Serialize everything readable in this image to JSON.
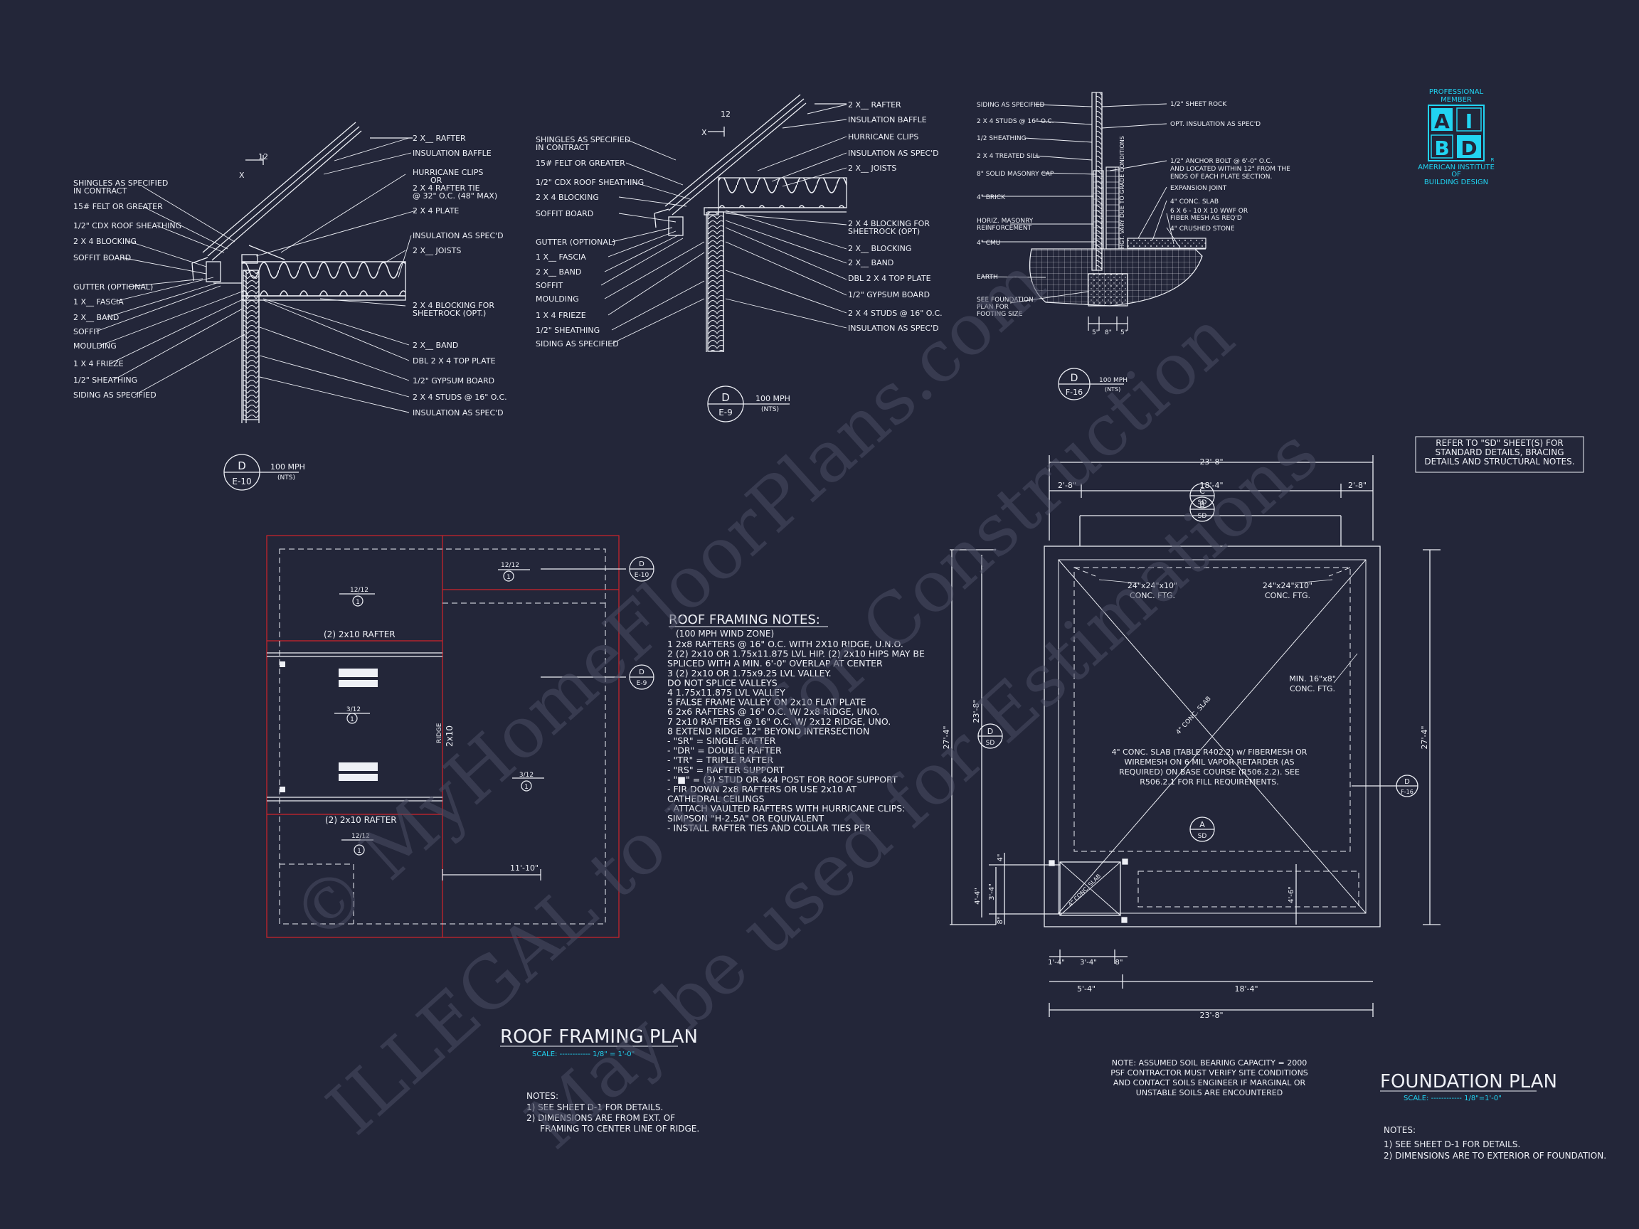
{
  "details": {
    "d1": {
      "labels_left": [
        "SHINGLES AS SPECIFIED",
        "IN CONTRACT",
        "15# FELT OR GREATER",
        "1/2\" CDX ROOF SHEATHING",
        "2 X 4 BLOCKING",
        "SOFFIT BOARD",
        "GUTTER (OPTIONAL)",
        "1 X__ FASCIA",
        "2 X__ BAND",
        "SOFFIT",
        "MOULDING",
        "1 X 4 FRIEZE",
        "1/2\" SHEATHING",
        "SIDING AS SPECIFIED"
      ],
      "labels_right": [
        "2 X__ RAFTER",
        "INSULATION BAFFLE",
        "HURRICANE CLIPS",
        "OR",
        "2 X 4 RAFTER TIE",
        "@ 32\" O.C. (48\" MAX)",
        "2 X 4 PLATE",
        "INSULATION AS SPEC'D",
        "2 X__ JOISTS",
        "2 X 4 BLOCKING FOR",
        "SHEETROCK (OPT.)",
        "2 X__ BAND",
        "DBL 2 X 4 TOP PLATE",
        "1/2\" GYPSUM BOARD",
        "2 X 4 STUDS @ 16\" O.C.",
        "INSULATION AS SPEC'D"
      ],
      "slope": "12",
      "pitch": "X",
      "tag_top": "D",
      "tag_bottom": "E-10",
      "wind": "100 MPH",
      "nts": "(NTS)"
    },
    "d2": {
      "labels_left": [
        "SHINGLES AS SPECIFIED",
        "IN CONTRACT",
        "15# FELT OR GREATER",
        "1/2\" CDX ROOF SHEATHING",
        "2 X 4 BLOCKING",
        "SOFFIT  BOARD",
        "GUTTER (OPTIONAL)",
        "1 X__ FASCIA",
        "2 X__ BAND",
        "SOFFIT",
        "MOULDING",
        "1 X 4 FRIEZE",
        "1/2\" SHEATHING",
        "SIDING AS SPECIFIED"
      ],
      "labels_right": [
        "2 X__ RAFTER",
        "INSULATION BAFFLE",
        "HURRICANE CLIPS",
        "INSULATION AS SPEC'D",
        "2 X__ JOISTS",
        "2 X 4 BLOCKING FOR",
        "SHEETROCK (OPT)",
        "2 X__ BLOCKING",
        "2 X__ BAND",
        "DBL 2 X 4 TOP PLATE",
        "1/2\" GYPSUM BOARD",
        "2 X 4 STUDS @ 16\" O.C.",
        "INSULATION AS SPEC'D"
      ],
      "slope": "12",
      "pitch": "X",
      "tag_top": "D",
      "tag_bottom": "E-9",
      "wind": "100 MPH",
      "nts": "(NTS)"
    },
    "d3": {
      "labels_left": [
        "SIDING AS SPECIFIED",
        "2 X 4 STUDS @ 16\" O.C.",
        "1/2 SHEATHING",
        "2 X 4 TREATED SILL",
        "8\" SOLID MASONRY CAP",
        "4\" BRICK",
        "HORIZ. MASONRY",
        "REINFORCEMENT",
        "4\" CMU",
        "EARTH",
        "SEE FOUNDATION",
        "PLAN FOR",
        "FOOTING SIZE"
      ],
      "labels_right": [
        "1/2\" SHEET ROCK",
        "OPT. INSULATION AS SPEC'D",
        "1/2\" ANCHOR BOLT @ 6'-0\" O.C.",
        "AND LOCATED WITHIN 12\" FROM THE",
        "ENDS OF EACH PLATE SECTION.",
        "EXPANSION JOINT",
        "4\" CONC. SLAB",
        "6 X 6 - 10 X 10 WWF OR",
        "FIBER MESH AS REQ'D",
        "4\" CRUSHED STONE"
      ],
      "vertical_note": "HGT. VARY DUE TO GRADE CONDITIONS",
      "dims": [
        "5\"",
        "8\"",
        "5\""
      ],
      "tag_top": "D",
      "tag_bottom": "F-16",
      "wind": "100 MPH",
      "nts": "(NTS)"
    }
  },
  "logo": {
    "top1": "PROFESSIONAL",
    "top2": "MEMBER",
    "letters": [
      "A",
      "I",
      "B",
      "D"
    ],
    "registered": "R",
    "line1": "AMERICAN INSTITUTE",
    "line2": "OF",
    "line3": "BUILDING DESIGN"
  },
  "refer_note": [
    "REFER TO \"SD\" SHEET(S) FOR",
    "STANDARD DETAILS, BRACING",
    "DETAILS AND STRUCTURAL NOTES."
  ],
  "roof_plan": {
    "title": "ROOF FRAMING PLAN",
    "scale_label": "SCALE: ------------ 1/8\" = 1'-0\"",
    "notes_heading": "NOTES:",
    "notes": [
      "1)  SEE SHEET D-1 FOR DETAILS.",
      "2)  DIMENSIONS ARE FROM EXT. OF",
      "     FRAMING TO CENTER LINE OF RIDGE."
    ],
    "rafter_label_1": "(2) 2x10 RAFTER",
    "rafter_label_2": "(2) 2x10 RAFTER",
    "ridge_label": "RIDGE",
    "ridge_size": "2x10",
    "pitch_a": "12/12",
    "pitch_b": "12/12",
    "pitch_c": "3/12",
    "pitch_d": "3/12",
    "pitch_e": "12/12",
    "note_num": "1",
    "dim_11": "11'-10\"",
    "tag1_top": "D",
    "tag1_bottom": "E-10",
    "tag2_top": "D",
    "tag2_bottom": "E-9"
  },
  "framing_notes": {
    "heading": "ROOF FRAMING NOTES:",
    "sub": "(100 MPH WIND ZONE)",
    "lines": [
      "1  2x8 RAFTERS @ 16\" O.C. WITH 2X10 RIDGE, U.N.O.",
      "2  (2) 2x10 OR 1.75x11.875 LVL HIP. (2) 2x10 HIPS MAY BE",
      "    SPLICED WITH A MIN. 6'-0\" OVERLAP AT CENTER",
      "3  (2) 2x10 OR 1.75x9.25 LVL VALLEY.",
      "    DO NOT SPLICE VALLEYS",
      "4  1.75x11.875 LVL VALLEY",
      "5  FALSE FRAME VALLEY ON 2x10 FLAT PLATE",
      "6  2x6 RAFTERS @ 16\" O.C. W/ 2x8 RIDGE, UNO.",
      "7  2x10 RAFTERS @ 16\" O.C. W/ 2x12 RIDGE, UNO.",
      "8  EXTEND RIDGE 12\" BEYOND INTERSECTION",
      "-   \"SR\" = SINGLE RAFTER",
      "-   \"DR\" = DOUBLE RAFTER",
      "-   \"TR\" = TRIPLE RAFTER",
      "-   \"RS\" = RAFTER SUPPORT",
      "-   \"■\" = (3) STUD OR 4x4 POST FOR ROOF SUPPORT",
      "-   FIR DOWN 2x8 RAFTERS OR USE 2x10 AT",
      "    CATHEDRAL CEILINGS",
      "-   ATTACH VAULTED RAFTERS WITH HURRICANE CLIPS:",
      "    SIMPSON \"H-2.5A\" OR EQUIVALENT",
      "-   INSTALL RAFTER TIES AND COLLAR TIES PER"
    ]
  },
  "foundation": {
    "title": "FOUNDATION PLAN",
    "scale_label": "SCALE: ------------ 1/8\"=1'-0\"",
    "notes_heading": "NOTES:",
    "notes": [
      "1)  SEE SHEET D-1 FOR DETAILS.",
      "2)  DIMENSIONS ARE TO EXTERIOR OF FOUNDATION."
    ],
    "dim_top": "23'-8\"",
    "dim_top_left": "2'-8\"",
    "dim_top_mid": "18'-4\"",
    "dim_top_right": "2'-8\"",
    "dim_bottom": "23'-8\"",
    "dim_bottom_left": "5'-4\"",
    "dim_bottom_right": "18'-4\"",
    "dim_b1": "1'-4\"",
    "dim_b2": "3'-4\"",
    "dim_b3": "8\"",
    "dim_left_outer": "27'-4\"",
    "dim_left_inner": "23'-8\"",
    "dim_right": "27'-4\"",
    "dim_l1": "4'-4\"",
    "dim_l2": "3'-4\"",
    "dim_l3": "8\"",
    "dim_l4": "4\"",
    "dim_inner_r": "4'-6\"",
    "ftg1": [
      "24\"x24\"x10\"",
      "CONC. FTG."
    ],
    "ftg2": [
      "24\"x24\"x10\"",
      "CONC. FTG."
    ],
    "ftg3": [
      "MIN. 16\"x8\"",
      "CONC. FTG."
    ],
    "slab_diag": "4\" CONC. SLAB",
    "slab_small": "4\" CONC. SLAB",
    "slab_note": [
      "4\" CONC. SLAB (TABLE R402.2) w/ FIBERMESH OR",
      "WIREMESH ON 6 MIL VAPOR RETARDER (AS",
      "REQUIRED) ON BASE COURSE (R506.2.2). SEE",
      "R506.2.1 FOR FILL REQUIREMENTS."
    ],
    "bearing_note": [
      "NOTE: ASSUMED SOIL BEARING CAPACITY = 2000",
      "PSF CONTRACTOR MUST VERIFY SITE CONDITIONS",
      "AND CONTACT SOILS ENGINEER IF MARGINAL OR",
      "UNSTABLE SOILS ARE ENCOUNTERED"
    ],
    "tag_c": [
      "C",
      "SD"
    ],
    "tag_b": [
      "B",
      "SD"
    ],
    "tag_d": [
      "D",
      "SD"
    ],
    "tag_a": [
      "A",
      "SD"
    ],
    "tag_f": [
      "D",
      "F-16"
    ]
  },
  "watermark": {
    "line1": "© MyHomeFloorPlans.com",
    "line2": "ILLEGAL to use for Construction",
    "line3": "May be used for Estimations"
  },
  "colors": {
    "background": "#232639",
    "line": "#eef0f6",
    "accent": "#21d4f2",
    "red": "#d0232b"
  }
}
